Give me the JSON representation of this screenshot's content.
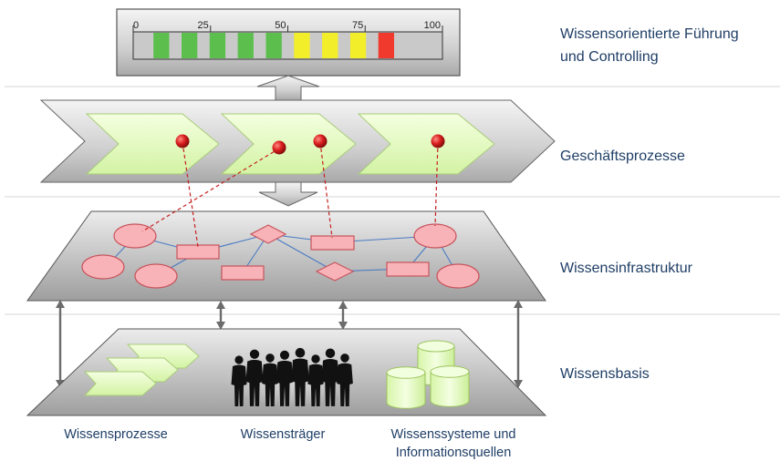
{
  "layers": [
    {
      "label_line1": "Wissensorientierte Führung",
      "label_line2": "und Controlling"
    },
    {
      "label_line1": "Geschäftsprozesse"
    },
    {
      "label_line1": "Wissensinfrastruktur"
    },
    {
      "label_line1": "Wissensbasis"
    }
  ],
  "gauge": {
    "ticks": [
      "0",
      "25",
      "50",
      "75",
      "100"
    ],
    "bars": [
      "#5cbf4d",
      "#5cbf4d",
      "#5cbf4d",
      "#5cbf4d",
      "#5cbf4d",
      "#f2ef2a",
      "#f2ef2a",
      "#f2ef2a",
      "#f03a2e"
    ]
  },
  "captions": {
    "processes": "Wissensprozesse",
    "carriers": "Wissensträger",
    "systems_line1": "Wissenssysteme und",
    "systems_line2": "Informationsquellen"
  },
  "colors": {
    "label_text": "#1f3e66",
    "process_fill": "#e6fbc2",
    "node_fill": "#f7b3b8",
    "node_stroke": "#c8545c",
    "marker": "#d42020",
    "link_line": "#4a7bc4"
  }
}
